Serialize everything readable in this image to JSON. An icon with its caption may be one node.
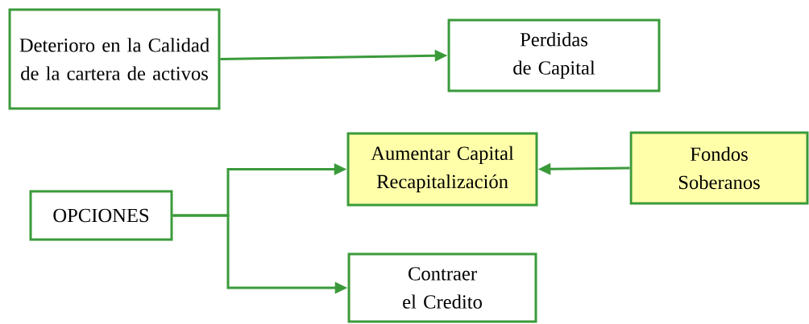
{
  "diagram": {
    "nodes": [
      {
        "text": [
          "Deterioro en la Calidad de la cartera de activos"
        ]
      },
      {
        "text": [
          "Perdidas de Capital"
        ]
      },
      {
        "text": [
          "OPCIONES"
        ]
      },
      {
        "text": [
          "Aumentar Capital Recapitalización"
        ]
      },
      {
        "text": [
          "Contraer el Credito"
        ]
      },
      {
        "text": [
          "Fondos Soberanos"
        ]
      }
    ],
    "edges": [
      {
        "from": 0,
        "to": 1,
        "arrow": "to"
      },
      {
        "from": 2,
        "to": 3,
        "arrow": "to"
      },
      {
        "from": 2,
        "to": 4,
        "arrow": "to"
      },
      {
        "from": 5,
        "to": 3,
        "arrow": "to"
      }
    ]
  }
}
